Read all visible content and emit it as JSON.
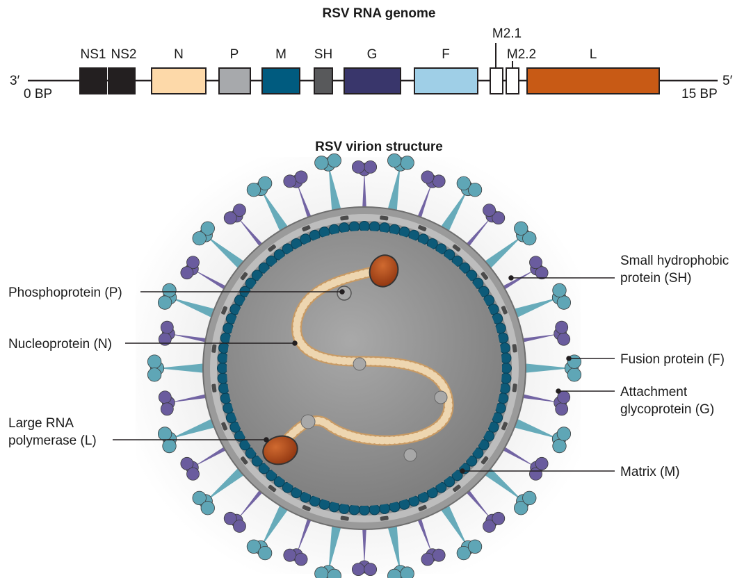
{
  "genome": {
    "title": "RSV RNA genome",
    "end_left": "3′",
    "end_right": "5′",
    "start_bp": "0 BP",
    "end_bp": "15 BP",
    "genes": [
      {
        "label": "NS1",
        "color": "#231f20"
      },
      {
        "label": "NS2",
        "color": "#231f20"
      },
      {
        "label": "N",
        "color": "#fdd9a9"
      },
      {
        "label": "P",
        "color": "#a7a9ac"
      },
      {
        "label": "M",
        "color": "#005b7f"
      },
      {
        "label": "SH",
        "color": "#58595b"
      },
      {
        "label": "G",
        "color": "#39366b"
      },
      {
        "label": "F",
        "color": "#9fcfe7"
      },
      {
        "label": "M2.1",
        "color": "#ffffff"
      },
      {
        "label": "M2.2",
        "color": "#ffffff"
      },
      {
        "label": "L",
        "color": "#c85a15"
      }
    ]
  },
  "virion": {
    "title": "RSV virion structure",
    "labels": {
      "phosphoprotein": "Phosphoprotein (P)",
      "nucleoprotein": "Nucleoprotein (N)",
      "polymerase_line1": "Large RNA",
      "polymerase_line2": "polymerase (L)",
      "sh_line1": "Small hydrophobic",
      "sh_line2": "protein (SH)",
      "fusion": "Fusion protein (F)",
      "attachment_line1": "Attachment",
      "attachment_line2": "glycoprotein (G)",
      "matrix": "Matrix (M)"
    },
    "colors": {
      "fusion": "#5fa6b6",
      "attachment": "#6a5c9e",
      "matrix": "#0d5a78",
      "envelope": "#9a9a9a",
      "interior": "#8e8e8e",
      "nucleocapsid": "#e6c89a",
      "polymerase": "#b54a1a",
      "phosphoprotein": "#b0b0b0"
    }
  }
}
